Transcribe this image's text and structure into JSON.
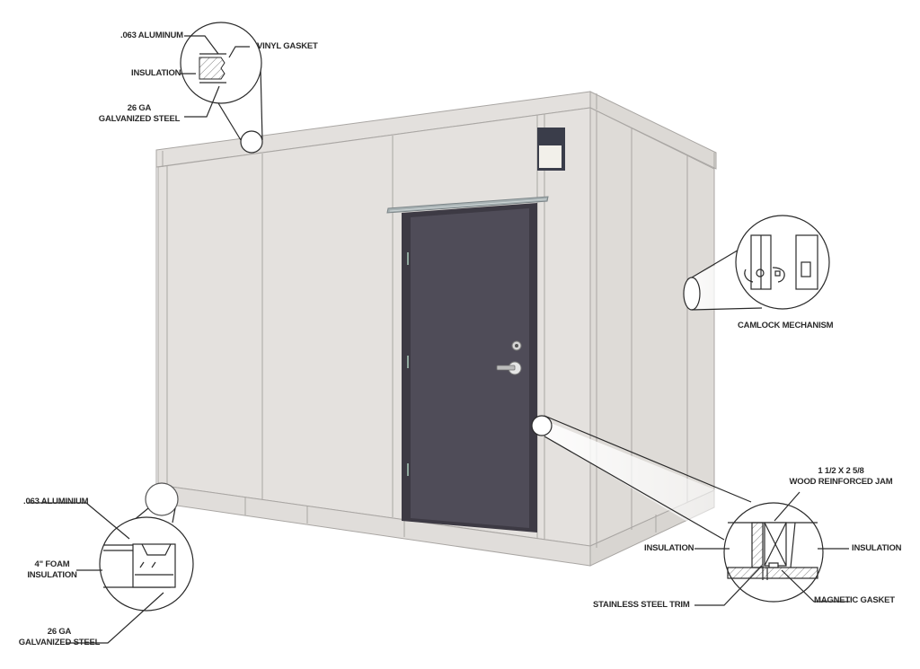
{
  "diagram": {
    "subject": "Walk-in modular room with door",
    "colors": {
      "panel": "#e4e1de",
      "panel_shade": "#d9d6d2",
      "panel_line": "#a9a6a3",
      "door": "#4f4c58",
      "door_frame": "#3d3a44",
      "door_trim": "#9aa3a6",
      "callout_stroke": "#2a2a2a",
      "background": "#ffffff"
    },
    "callouts": {
      "roof_joint": {
        "labels": {
          "aluminum": ".063 ALUMINUM",
          "vinyl_gasket": "VINYL GASKET",
          "insulation": "INSULATION",
          "steel_line1": "26 GA",
          "steel_line2": "GALVANIZED STEEL"
        }
      },
      "camlock": {
        "caption": "CAMLOCK MECHANISM"
      },
      "floor_joint": {
        "labels": {
          "aluminium": ".063 ALUMINIUM",
          "foam_line1": "4\" FOAM",
          "foam_line2": "INSULATION",
          "steel_line1": "26 GA",
          "steel_line2": "GALVANIZED STEEL"
        }
      },
      "door_jamb": {
        "labels": {
          "jamb_line1": "1 1/2 X 2 5/8",
          "jamb_line2": "WOOD REINFORCED JAM",
          "insulation_left": "INSULATION",
          "insulation_right": "INSULATION",
          "trim": "STAINLESS STEEL TRIM",
          "gasket": "MAGNETIC GASKET"
        }
      }
    },
    "components": [
      "wall-panels",
      "door",
      "door-handle",
      "deadbolt",
      "wall-light",
      "door-canopy"
    ]
  }
}
